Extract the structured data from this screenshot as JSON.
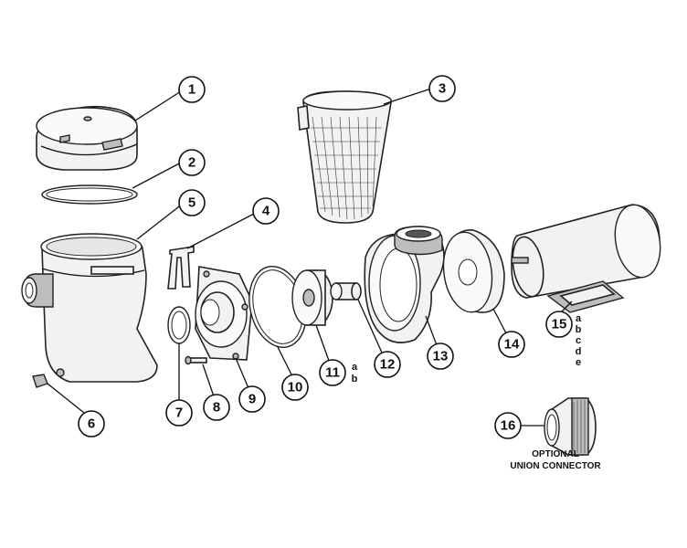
{
  "callouts": [
    {
      "id": "1",
      "label": "1"
    },
    {
      "id": "2",
      "label": "2"
    },
    {
      "id": "3",
      "label": "3"
    },
    {
      "id": "4",
      "label": "4"
    },
    {
      "id": "5",
      "label": "5"
    },
    {
      "id": "6",
      "label": "6"
    },
    {
      "id": "7",
      "label": "7"
    },
    {
      "id": "8",
      "label": "8"
    },
    {
      "id": "9",
      "label": "9"
    },
    {
      "id": "10",
      "label": "10"
    },
    {
      "id": "11",
      "label": "11",
      "suffixes": [
        "a",
        "b"
      ]
    },
    {
      "id": "12",
      "label": "12"
    },
    {
      "id": "13",
      "label": "13"
    },
    {
      "id": "14",
      "label": "14"
    },
    {
      "id": "15",
      "label": "15",
      "suffixes": [
        "a",
        "b",
        "c",
        "d",
        "e"
      ]
    },
    {
      "id": "16",
      "label": "16"
    }
  ],
  "optional_note": {
    "line1": "OPTIONAL",
    "line2": "UNION CONNECTOR"
  }
}
